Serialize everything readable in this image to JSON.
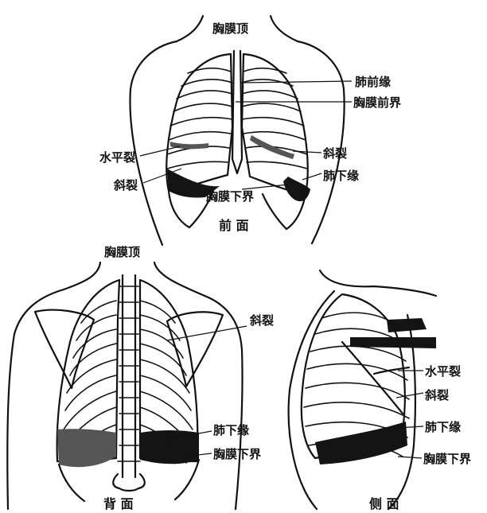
{
  "front": {
    "label_pleura_top": "胸膜顶",
    "label_lung_anterior_border": "肺前缘",
    "label_pleura_anterior_boundary": "胸膜前界",
    "label_horizontal_fissure": "水平裂",
    "label_oblique_fissure_left": "斜裂",
    "label_oblique_fissure_right": "斜裂",
    "label_lung_lower_border": "肺下缘",
    "label_pleura_lower_boundary": "胸膜下界",
    "caption": "前 面"
  },
  "back": {
    "label_pleura_top": "胸膜顶",
    "label_oblique_fissure": "斜裂",
    "label_lung_lower_border": "肺下缘",
    "label_pleura_lower_boundary": "胸膜下界",
    "caption": "背 面"
  },
  "side": {
    "label_horizontal_fissure": "水平裂",
    "label_oblique_fissure": "斜裂",
    "label_lung_lower_border": "肺下缘",
    "label_pleura_lower_boundary": "胸膜下界",
    "caption": "侧 面"
  },
  "colors": {
    "ink": "#111111",
    "paper": "#ffffff"
  }
}
